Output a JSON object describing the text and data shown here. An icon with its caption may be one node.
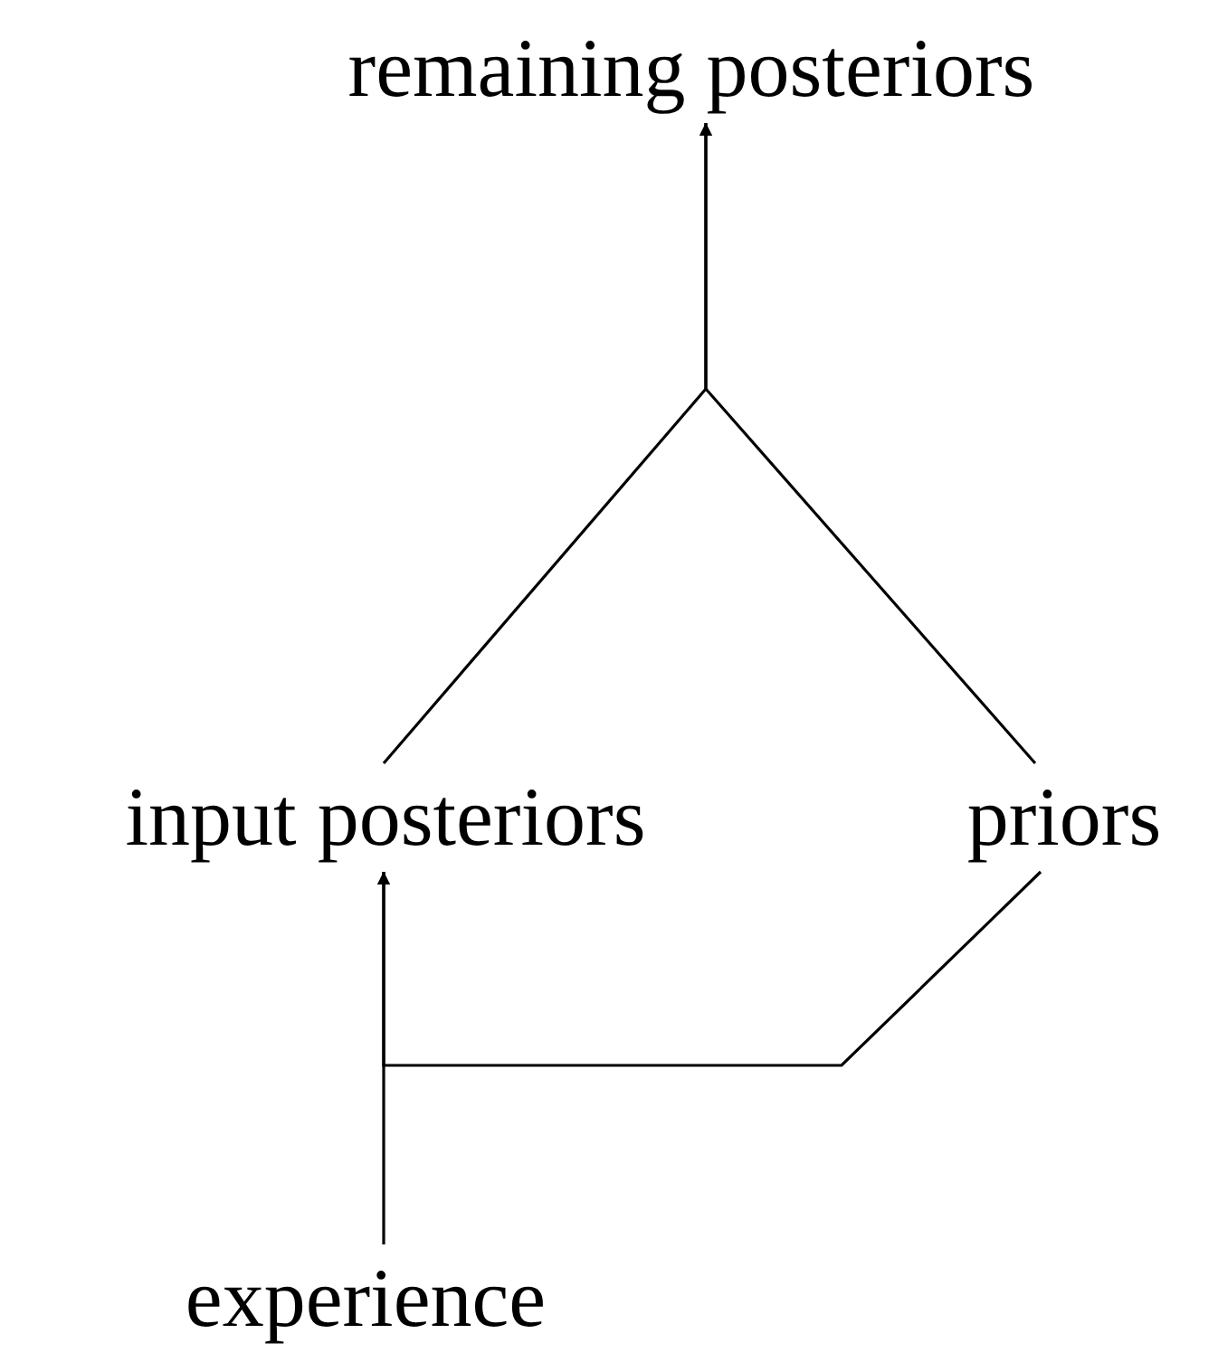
{
  "diagram": {
    "nodes": [
      {
        "text": [
          "remaining posteriors"
        ]
      },
      {
        "text": [
          "input posteriors"
        ]
      },
      {
        "text": [
          "priors"
        ]
      },
      {
        "text": [
          "experience"
        ]
      }
    ],
    "edges": [
      {
        "from": 1,
        "to": 0,
        "arrow": "to"
      },
      {
        "from": 2,
        "to": 0,
        "arrow": "to"
      },
      {
        "from": 3,
        "to": 1,
        "arrow": "to"
      },
      {
        "from": 2,
        "to": 1,
        "arrow": "to"
      }
    ]
  }
}
